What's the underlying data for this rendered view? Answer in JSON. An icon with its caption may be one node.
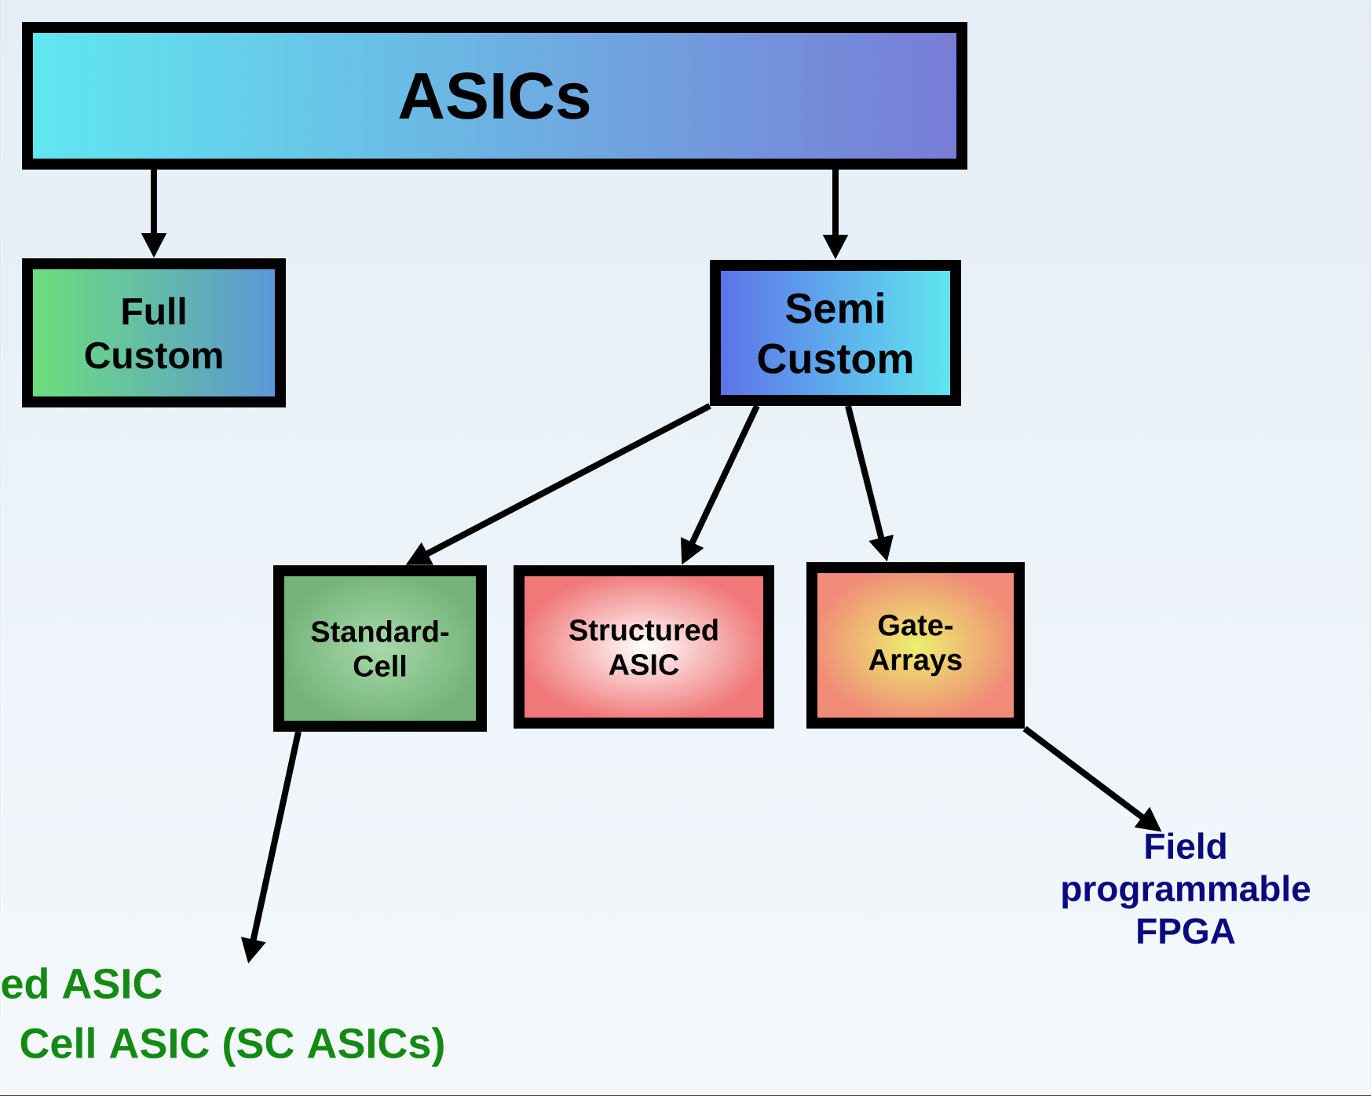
{
  "diagram": {
    "nodes": [
      {
        "text": [
          "ASICs"
        ]
      },
      {
        "text": [
          "Full Custom"
        ]
      },
      {
        "text": [
          "Semi Custom"
        ]
      },
      {
        "text": [
          "Standard-Cell"
        ]
      },
      {
        "text": [
          "Structured ASIC"
        ]
      },
      {
        "text": [
          "Gate-Arrays"
        ]
      },
      {
        "text": [
          "ed ASIC",
          "Cell ASIC (SC ASICs)"
        ]
      },
      {
        "text": [
          "Field programmable FPGA"
        ]
      }
    ],
    "edges": [
      {
        "from": 0,
        "to": 1,
        "arrow": "to"
      },
      {
        "from": 0,
        "to": 2,
        "arrow": "to"
      },
      {
        "from": 2,
        "to": 3,
        "arrow": "to"
      },
      {
        "from": 2,
        "to": 4,
        "arrow": "to"
      },
      {
        "from": 2,
        "to": 5,
        "arrow": "to"
      },
      {
        "from": 3,
        "to": 6,
        "arrow": "to"
      },
      {
        "from": 5,
        "to": 7,
        "arrow": "to"
      }
    ]
  }
}
